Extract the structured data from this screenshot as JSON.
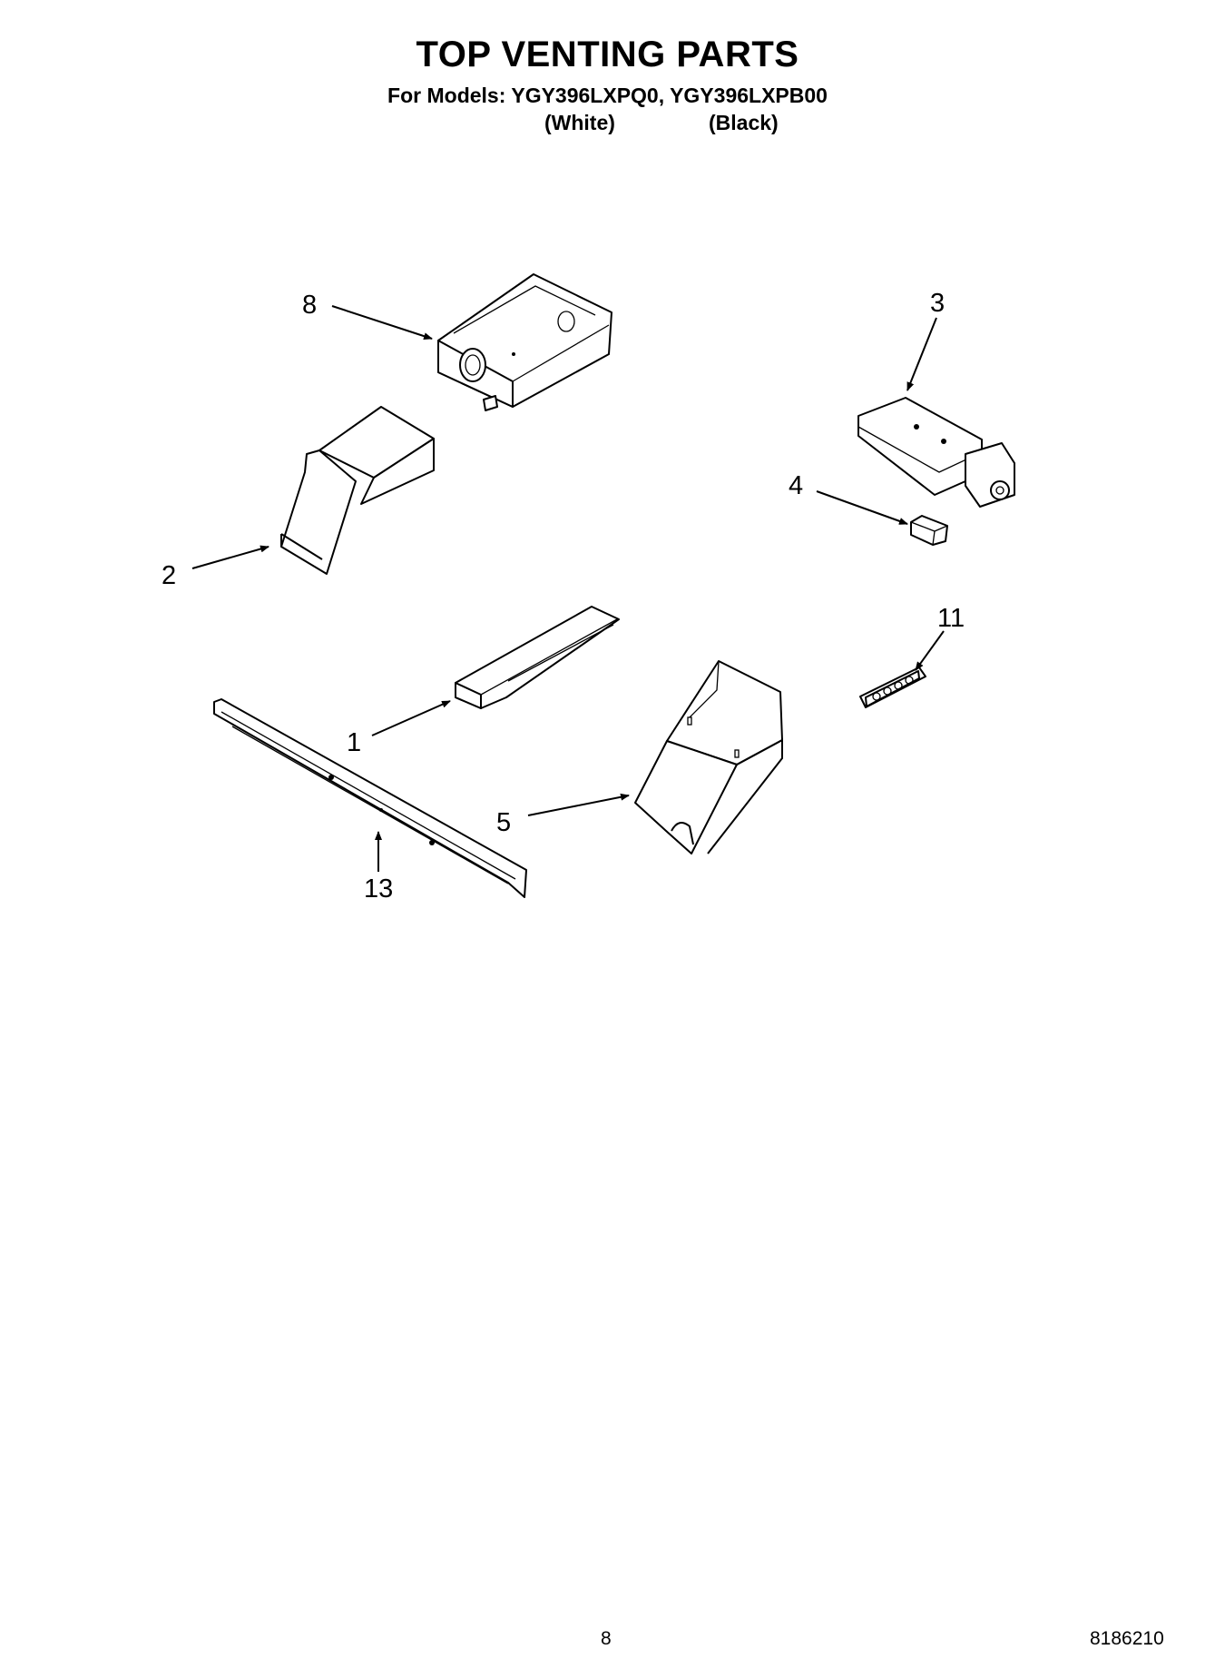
{
  "header": {
    "title": "TOP VENTING PARTS",
    "models": "For Models: YGY396LXPQ0, YGY396LXPB00",
    "variant_white": "(White)",
    "variant_black": "(Black)"
  },
  "callouts": [
    "8",
    "3",
    "4",
    "2",
    "11",
    "1",
    "5",
    "13"
  ],
  "footer": {
    "page_number": "8",
    "document_number": "8186210"
  }
}
